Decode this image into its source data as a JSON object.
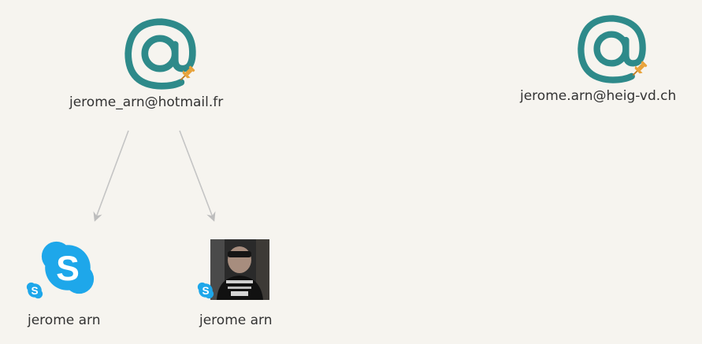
{
  "nodes": {
    "email_hotmail": {
      "label": "jerome_arn@hotmail.fr",
      "icon": "email-at-icon",
      "badge": "pin-icon"
    },
    "email_heig": {
      "label": "jerome.arn@heig-vd.ch",
      "icon": "email-at-icon",
      "badge": "pin-icon"
    },
    "skype_1": {
      "label": "jerome arn",
      "icon": "skype-logo-icon",
      "badge": "skype-badge-icon"
    },
    "skype_2": {
      "label": "jerome arn",
      "icon": "profile-photo",
      "badge": "skype-badge-icon"
    }
  },
  "edges": [
    {
      "from": "email_hotmail",
      "to": "skype_1"
    },
    {
      "from": "email_hotmail",
      "to": "skype_2"
    }
  ],
  "colors": {
    "background": "#f6f4ef",
    "at_symbol": "#2e8a8a",
    "pin": "#e8a23a",
    "skype": "#1ea7ea",
    "edge": "#bdbdbd",
    "text": "#333333"
  }
}
